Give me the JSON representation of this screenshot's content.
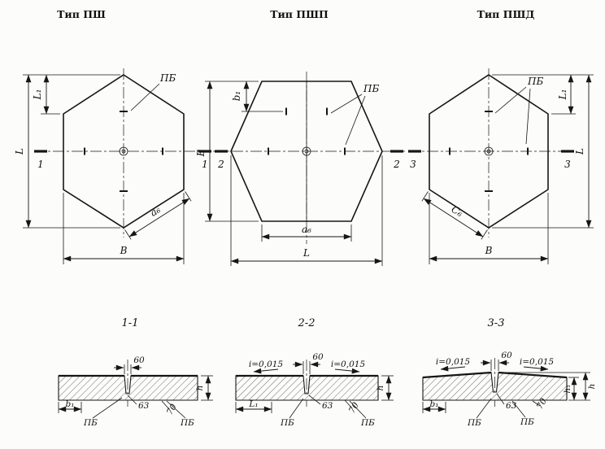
{
  "drawing": {
    "titles": {
      "psh": "Тип ПШ",
      "pshp": "Тип ПШП",
      "pshd": "Тип ПШД"
    },
    "plan_psh": {
      "dim_l1": "L₁",
      "dim_l": "L",
      "dim_b": "B",
      "dim_a6": "a₆",
      "loops": "ПБ",
      "cut_left": "1",
      "cut_right": "1"
    },
    "plan_pshp": {
      "dim_b1": "b₁",
      "dim_b": "B",
      "dim_a6": "a₆",
      "dim_l": "L",
      "loops": "ПБ",
      "cut_left": "2",
      "cut_right": "2"
    },
    "plan_pshd": {
      "dim_l1": "L₁",
      "dim_l": "L",
      "dim_c6": "C₆",
      "dim_b": "B",
      "loops": "ПБ",
      "cut_left": "3",
      "cut_right": "3"
    },
    "section_11": {
      "title": "1-1",
      "dim_groove": "60",
      "dim_h": "h",
      "dim_b1": "b₁",
      "dim_joint": "63",
      "dim_chamfer": "70",
      "loop_left": "ПБ",
      "loop_right": "ПБ"
    },
    "section_22": {
      "title": "2-2",
      "slope_left": "i=0,015",
      "slope_right": "i=0,015",
      "dim_groove": "60",
      "dim_h": "h",
      "dim_l1": "L₁",
      "dim_joint": "63",
      "dim_chamfer": "70",
      "loop_left": "ПБ",
      "loop_right": "ПБ"
    },
    "section_33": {
      "title": "3-3",
      "slope_left": "i=0,015",
      "slope_right": "i=0,015",
      "dim_groove": "60",
      "dim_h": "h",
      "dim_h1": "h₁",
      "dim_b1": "b₁",
      "dim_joint": "63",
      "dim_chamfer": "70",
      "loop_left": "ПБ",
      "loop_right": "ПБ"
    }
  }
}
